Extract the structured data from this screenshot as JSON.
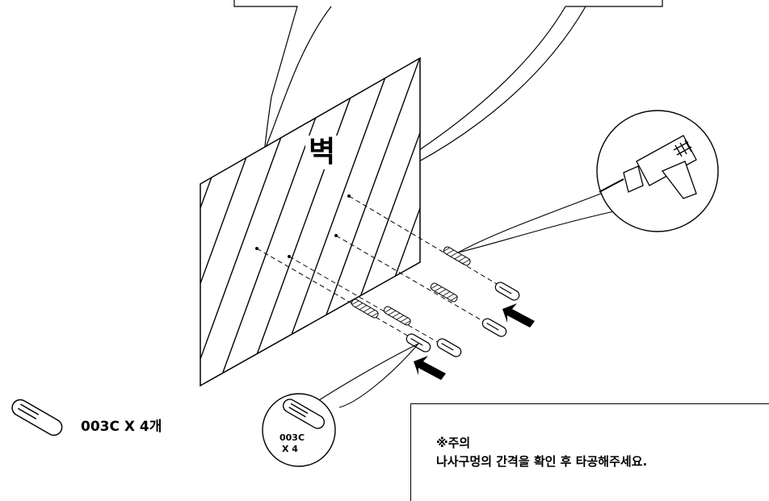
{
  "wall_label": "벽",
  "part": {
    "label": "003C X 4개"
  },
  "zoom_part": {
    "code": "003C",
    "count": "X 4"
  },
  "note": {
    "title": "※주의",
    "text": "나사구멍의 간격을 확인 후 타공해주세요."
  },
  "icons": [
    "drill-icon",
    "anchor-plug-icon",
    "drill-bit-icon",
    "arrow-icon"
  ]
}
